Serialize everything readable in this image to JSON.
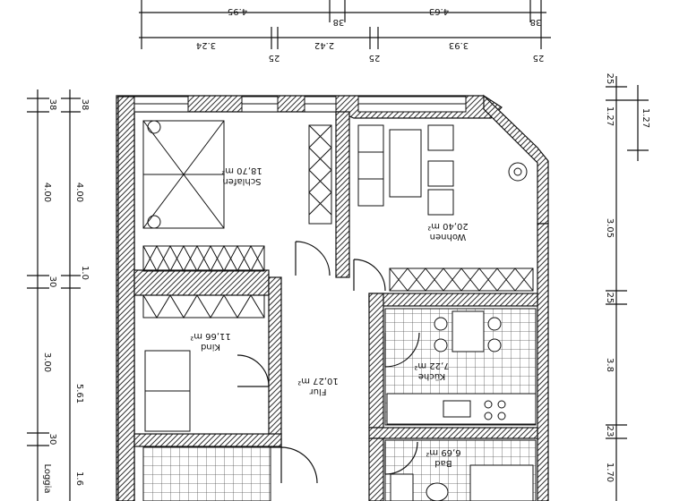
{
  "plan": {
    "orientation": "rotated-180",
    "line_color": "#111111",
    "hatch_color": "#333333",
    "paper_color": "#ffffff",
    "rooms": [
      {
        "key": "schlafen",
        "name": "Schlafen",
        "area": "18,70 m²"
      },
      {
        "key": "wohnen",
        "name": "Wohnen",
        "area": "20,40 m²"
      },
      {
        "key": "kind",
        "name": "Kind",
        "area": "11,66 m²"
      },
      {
        "key": "flur",
        "name": "Flur",
        "area": "10,27 m²"
      },
      {
        "key": "kueche",
        "name": "Küche",
        "area": "7,22 m²"
      },
      {
        "key": "bad",
        "name": "Bad",
        "area": "6,69 m²"
      },
      {
        "key": "loggia",
        "name": "Loggia",
        "area": ""
      }
    ],
    "dimensions": {
      "top_row_1": [
        "4.95",
        "38",
        "4.63",
        "38"
      ],
      "top_row_2": [
        "3.24",
        "25",
        "2.42",
        "25",
        "3.93",
        "25"
      ],
      "left_outer": [
        "38",
        "4.00",
        "30",
        "3.00",
        "30",
        "Loggia"
      ],
      "left_inner": [
        "38",
        "4.00",
        "1.0",
        "5.61",
        "1.6"
      ],
      "right": [
        "25",
        "1.27",
        "1.27",
        "3.05",
        "25",
        "3.8",
        "23",
        "1.70"
      ]
    }
  }
}
